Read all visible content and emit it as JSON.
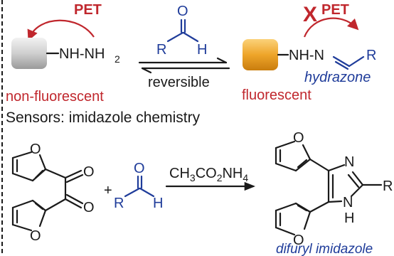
{
  "top": {
    "pet_left": "PET",
    "pet_right": "PET",
    "hydrazine_group": "NH-NH",
    "hydrazine_sub": "2",
    "aldehyde_O": "O",
    "aldehyde_R": "R",
    "aldehyde_H": "H",
    "equilibrium_label": "reversible",
    "hydrazone_group": "NH-N",
    "hydrazone_R": "R",
    "hydrazone_label": "hydrazone",
    "left_state": "non-fluorescent",
    "right_state": "fluorescent"
  },
  "bottom": {
    "heading": "Sensors: imidazole chemistry",
    "furan_O_top": "O",
    "furan_O_bottom": "O",
    "dione_O_top": "O",
    "dione_O_bottom": "O",
    "plus": "+",
    "aldehyde_O": "O",
    "aldehyde_R": "R",
    "aldehyde_H": "H",
    "reagent_main": "CH",
    "reagent_sub1": "3",
    "reagent_mid": "CO",
    "reagent_sub2": "2",
    "reagent_end": "NH",
    "reagent_sub3": "4",
    "prod_furan_O_top": "O",
    "prod_furan_O_bottom": "O",
    "prod_N": "N",
    "prod_NH": "N",
    "prod_H": "H",
    "prod_R": "R",
    "product_label": "difuryl imidazole"
  },
  "colors": {
    "red": "#c0272d",
    "blue": "#1f3c9a",
    "gold": "#e8a020",
    "gray": "#b8b8b8"
  }
}
